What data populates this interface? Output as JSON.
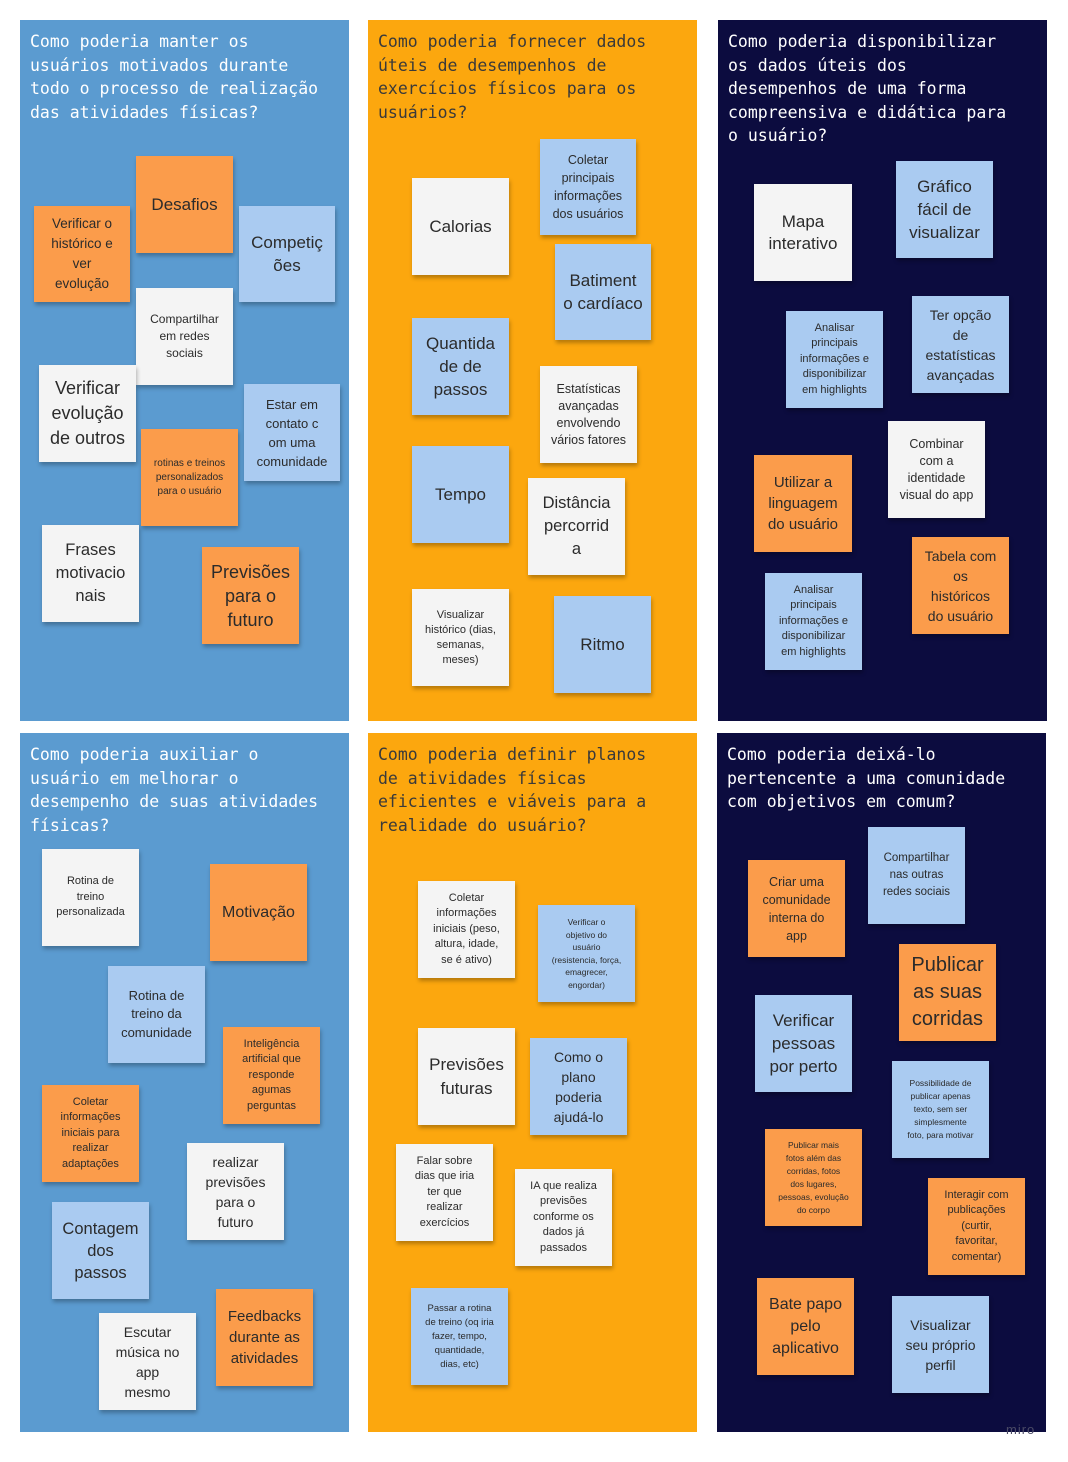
{
  "panels": [
    {
      "title": "Como poderia manter os\nusuários motivados durante\ntodo o processo de realização\ndas atividades físicas?",
      "notes": [
        "Desafios",
        "Verificar o\nhistórico e\nver\nevolução",
        "Competiç\nões",
        "Compartilhar\nem redes\nsociais",
        "Verificar\nevolução\nde outros",
        "Estar em\ncontato c\nom uma\ncomunidade",
        "rotinas e treinos\npersonalizados\npara o usuário",
        "Frases\nmotivacio\nnais",
        "Previsões\npara o\nfuturo"
      ]
    },
    {
      "title": "Como poderia fornecer dados\núteis de desempenhos de\nexercícios físicos para os\nusuários?",
      "notes": [
        "Coletar\nprincipais\ninformações\ndos usuários",
        "Calorias",
        "Batiment\no cardíaco",
        "Quantida\nde de\npassos",
        "Estatísticas\navançadas\nenvolvendo\nvários fatores",
        "Tempo",
        "Distância\npercorrid\na",
        "Visualizar\nhistórico (dias,\nsemanas,\nmeses)",
        "Ritmo"
      ]
    },
    {
      "title": "Como poderia disponibilizar\nos dados úteis dos\ndesempenhos de uma forma\ncompreensiva e didática para\no usuário?",
      "notes": [
        "Gráfico\nfácil de\nvisualizar",
        "Mapa\ninterativo",
        "Analisar\nprincipais\ninformações e\ndisponibilizar\nem highlights",
        "Ter opção\nde\nestatísticas\navançadas",
        "Combinar\ncom a\nidentidade\nvisual do app",
        "Utilizar a\nlinguagem\ndo usuário",
        "Tabela com\nos\nhistóricos\ndo usuário",
        "Analisar\nprincipais\ninformações e\ndisponibilizar\nem highlights"
      ]
    },
    {
      "title": "Como poderia auxiliar o\nusuário em melhorar o\ndesempenho de suas atividades\nfísicas?",
      "notes": [
        "Rotina de\ntreino\npersonalizada",
        "Motivação",
        "Rotina de\ntreino da\ncomunidade",
        "Inteligência\nartificial que\nresponde\nagumas\nperguntas",
        "Coletar\ninformações\niniciais para\nrealizar\nadaptações",
        "realizar\nprevisões\npara o\nfuturo",
        "Contagem\ndos\npassos",
        "Feedbacks\ndurante as\natividades",
        "Escutar\nmúsica no\napp\nmesmo"
      ]
    },
    {
      "title": "Como poderia definir planos\nde atividades físicas\neficientes e viáveis para a\nrealidade do usuário?",
      "notes": [
        "Coletar\ninformações\niniciais (peso,\naltura, idade,\nse é ativo)",
        "Verificar o\nobjetivo do\nusuário\n(resistencia, força,\nemagrecer,\nengordar)",
        "Previsões\nfuturas",
        "Como o\nplano\npoderia\najudá-lo",
        "Falar sobre\ndias que iria\nter que\nrealizar\nexercícios",
        "IA que realiza\nprevisões\nconforme os\ndados já\npassados",
        "Passar a rotina\nde treino (oq iria\nfazer, tempo,\nquantidade,\ndias, etc)"
      ]
    },
    {
      "title": "Como poderia deixá-lo\npertencente a uma comunidade\ncom objetivos em comum?",
      "notes": [
        "Compartilhar\nnas outras\nredes sociais",
        "Criar uma\ncomunidade\ninterna do\napp",
        "Publicar\nas suas\ncorridas",
        "Verificar\npessoas\npor perto",
        "Possibilidade de\npublicar apenas\ntexto, sem ser\nsimplesmente\nfoto, para motivar",
        "Publicar mais\nfotos além das\ncorridas, fotos\ndos lugares,\npessoas, evolução\ndo corpo",
        "Interagir com\npublicações\n(curtir,\nfavoritar,\ncomentar)",
        "Bate papo\npelo\naplicativo",
        "Visualizar\nseu próprio\nperfil"
      ]
    }
  ],
  "watermark": "miro"
}
